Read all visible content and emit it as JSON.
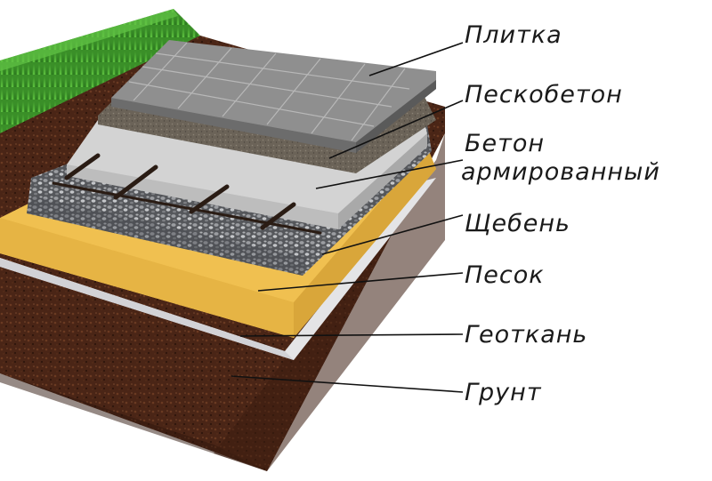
{
  "diagram": {
    "labels": {
      "tile": "Плитка",
      "sand_concrete": "Пескобетон",
      "reinforced_concrete_line1": "Бетон",
      "reinforced_concrete_line2": "армированный",
      "crushed_stone": "Щебень",
      "sand": "Песок",
      "geotextile": "Геоткань",
      "soil": "Грунт"
    },
    "layer_colors": {
      "grass": "#3f9a2c",
      "soil": "#4a2516",
      "geotextile": "#e4e4e6",
      "sand": "#f0c050",
      "gravel": "#6e7074",
      "concrete": "#cfcfcf",
      "sand_concrete": "#6f675c",
      "tile": "#8f8f8f"
    }
  }
}
